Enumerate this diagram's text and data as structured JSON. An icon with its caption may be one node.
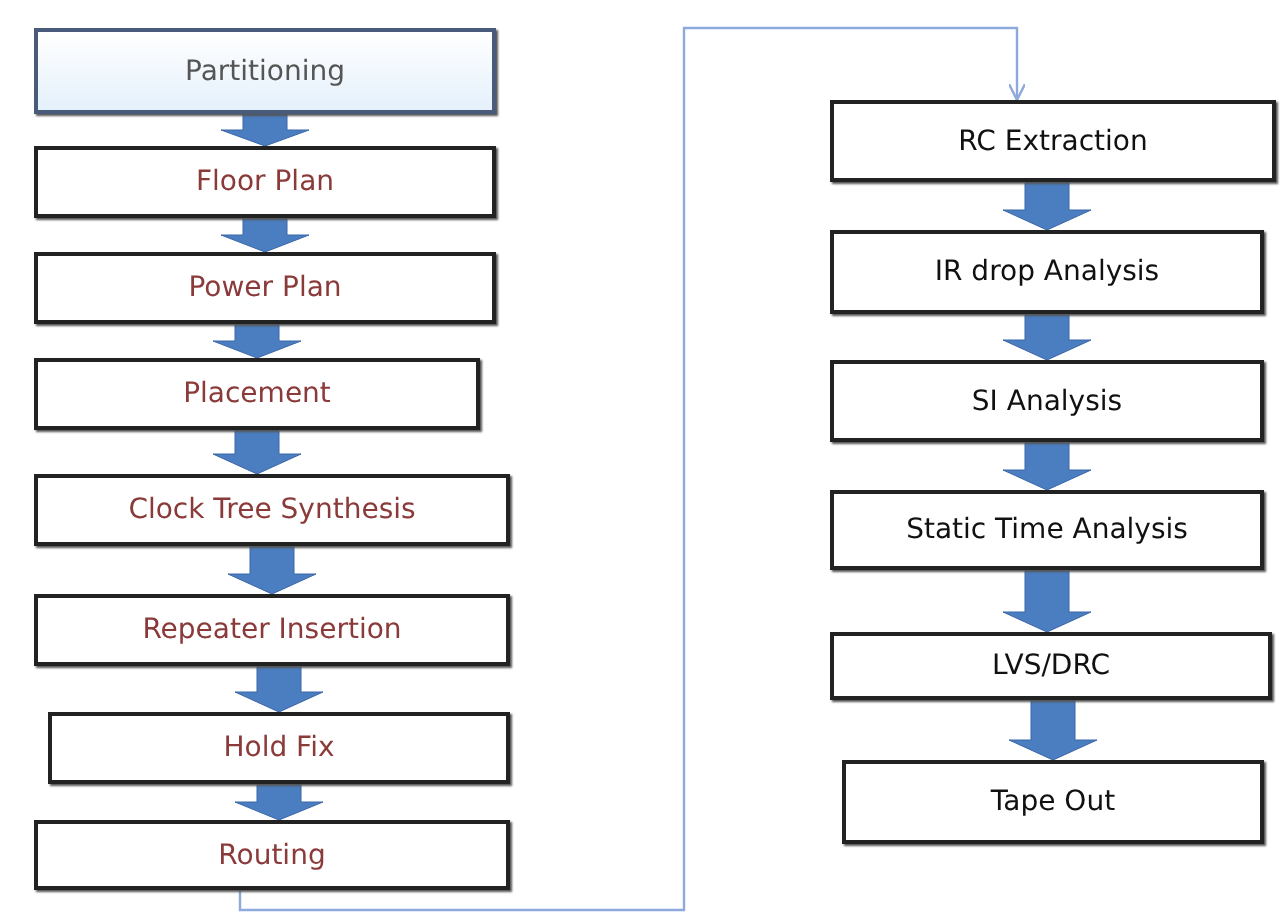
{
  "diagram": {
    "nodes": [
      {
        "text": [
          "Partitioning"
        ]
      },
      {
        "text": [
          "Floor Plan"
        ]
      },
      {
        "text": [
          "Power Plan"
        ]
      },
      {
        "text": [
          "Placement"
        ]
      },
      {
        "text": [
          "Clock Tree Synthesis"
        ]
      },
      {
        "text": [
          "Repeater Insertion"
        ]
      },
      {
        "text": [
          "Hold Fix"
        ]
      },
      {
        "text": [
          "Routing"
        ]
      },
      {
        "text": [
          "RC Extraction"
        ]
      },
      {
        "text": [
          "IR drop Analysis"
        ]
      },
      {
        "text": [
          "SI Analysis"
        ]
      },
      {
        "text": [
          "Static Time Analysis"
        ]
      },
      {
        "text": [
          "LVS/DRC"
        ]
      },
      {
        "text": [
          "Tape Out"
        ]
      }
    ],
    "edges": [
      {
        "from": 0,
        "to": 1,
        "arrow": "to",
        "style": "thick"
      },
      {
        "from": 1,
        "to": 2,
        "arrow": "to",
        "style": "thick"
      },
      {
        "from": 2,
        "to": 3,
        "arrow": "to",
        "style": "thick"
      },
      {
        "from": 3,
        "to": 4,
        "arrow": "to",
        "style": "thick"
      },
      {
        "from": 4,
        "to": 5,
        "arrow": "to",
        "style": "thick"
      },
      {
        "from": 5,
        "to": 6,
        "arrow": "to",
        "style": "thick"
      },
      {
        "from": 6,
        "to": 7,
        "arrow": "to",
        "style": "thick"
      },
      {
        "from": 7,
        "to": 8,
        "arrow": "to",
        "color": "#8ea9db"
      },
      {
        "from": 8,
        "to": 9,
        "arrow": "to",
        "style": "thick"
      },
      {
        "from": 9,
        "to": 10,
        "arrow": "to",
        "style": "thick"
      },
      {
        "from": 10,
        "to": 11,
        "arrow": "to",
        "style": "thick"
      },
      {
        "from": 11,
        "to": 12,
        "arrow": "to",
        "style": "thick"
      },
      {
        "from": 12,
        "to": 13,
        "arrow": "to",
        "style": "thick"
      }
    ]
  }
}
